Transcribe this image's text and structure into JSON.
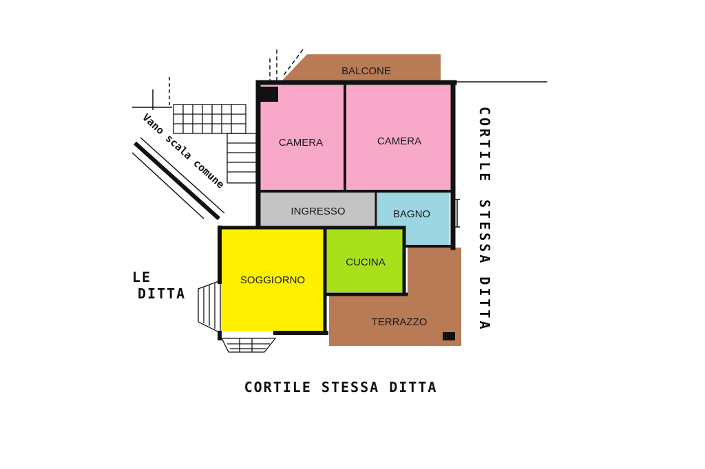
{
  "rooms": {
    "balcone": "BALCONE",
    "camera_1": "CAMERA",
    "camera_2": "CAMERA",
    "ingresso": "INGRESSO",
    "bagno": "BAGNO",
    "cucina": "CUCINA",
    "soggiorno": "SOGGIORNO",
    "terrazzo": "TERRAZZO"
  },
  "exterior": {
    "cortile_bottom": "CORTILE STESSA DITTA",
    "cortile_right_1": "CORTILE",
    "cortile_right_2": "STESSA DITTA",
    "left_1": "LE",
    "left_2": "DITTA",
    "stair_note": "Vano scala comune"
  },
  "colors": {
    "camera": "#f8a8c8",
    "balcone": "#b97a56",
    "terrazzo": "#b97a56",
    "ingresso": "#c4c4c4",
    "bagno": "#9bd6e2",
    "cucina": "#a8e01c",
    "soggiorno": "#fff000",
    "wall": "#111111"
  }
}
